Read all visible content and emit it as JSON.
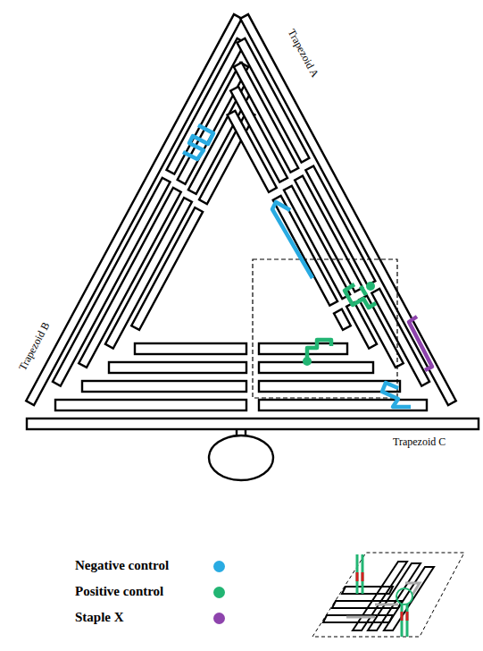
{
  "diagram": {
    "labels": [
      "Trapezoid A",
      "Trapezoid B",
      "Trapezoid C"
    ],
    "legend": [
      {
        "text": "Negative control",
        "color": "#29abe2"
      },
      {
        "text": "Positive control",
        "color": "#22b573"
      },
      {
        "text": "Staple X",
        "color": "#8e44ad"
      }
    ]
  }
}
